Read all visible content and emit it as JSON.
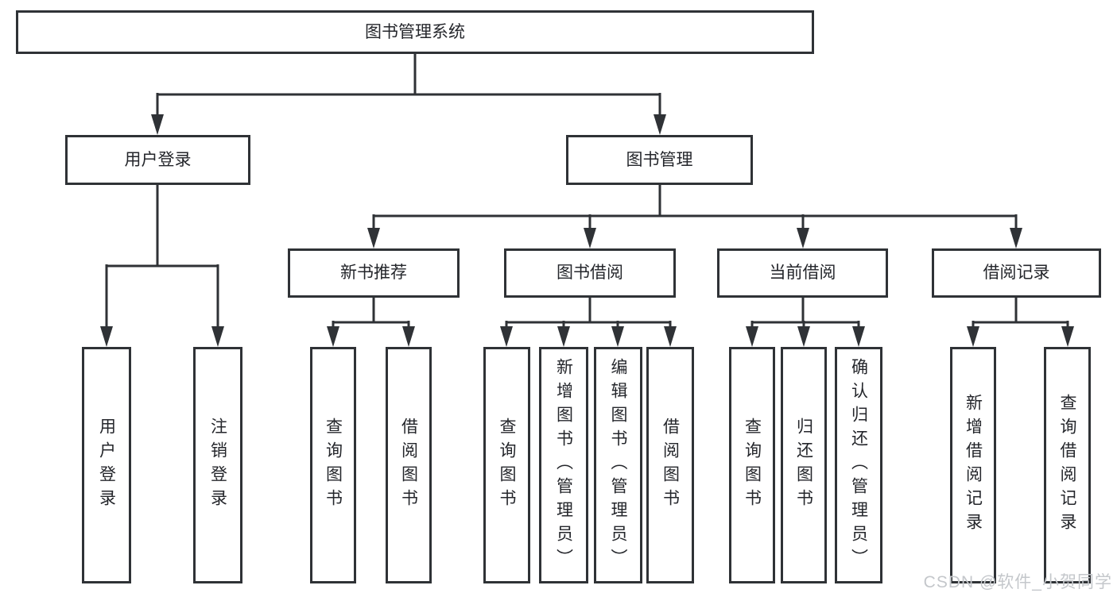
{
  "tree": {
    "root": {
      "label": "图书管理系统"
    },
    "branches": [
      {
        "label": "用户登录",
        "children": [
          {
            "label": "用户登录"
          },
          {
            "label": "注销登录"
          }
        ]
      },
      {
        "label": "图书管理",
        "children": [
          {
            "label": "新书推荐",
            "children": [
              {
                "label": "查询图书"
              },
              {
                "label": "借阅图书"
              }
            ]
          },
          {
            "label": "图书借阅",
            "children": [
              {
                "label": "查询图书"
              },
              {
                "label": "新增图书（管理员）"
              },
              {
                "label": "编辑图书（管理员）"
              },
              {
                "label": "借阅图书"
              }
            ]
          },
          {
            "label": "当前借阅",
            "children": [
              {
                "label": "查询图书"
              },
              {
                "label": "归还图书"
              },
              {
                "label": "确认归还（管理员）"
              }
            ]
          },
          {
            "label": "借阅记录",
            "children": [
              {
                "label": "新增借阅记录"
              },
              {
                "label": "查询借阅记录"
              }
            ]
          }
        ]
      }
    ]
  },
  "colors": {
    "line": "#2f3236",
    "text": "#24262b",
    "watermark": "#c4c7cb",
    "background": "#ffffff"
  },
  "watermark": {
    "text": "CSDN @软件_小贺同学"
  }
}
